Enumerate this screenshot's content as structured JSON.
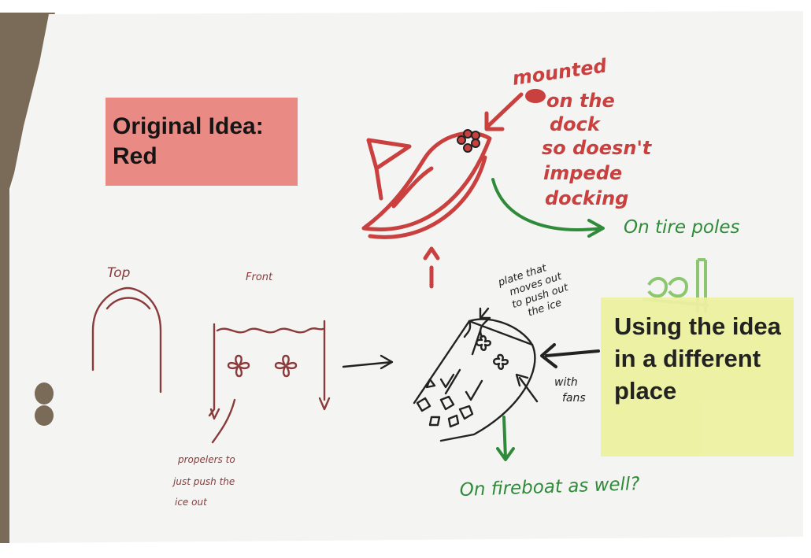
{
  "sticky_notes": {
    "original_idea": "Original Idea: Red",
    "different_place": "Using the idea in a different place"
  },
  "sketch_labels": {
    "top": "Top",
    "front": "Front",
    "mounted": [
      "mounted",
      "on the",
      "dock",
      "so doesn't",
      "impede",
      "docking"
    ],
    "tire_poles": "On tire poles",
    "plate": [
      "plate that",
      "moves out",
      "to push out",
      "the ice"
    ],
    "with_fans": [
      "with",
      "fans"
    ],
    "propellers": [
      "propelers to",
      "just push the",
      "ice out"
    ],
    "fireboat": "On fireboat as well?"
  },
  "colors": {
    "paper": "#f4f4f2",
    "marker_red": "#c9403f",
    "marker_green": "#2f8a3a",
    "pencil": "#8a3a3a",
    "pen_black": "#222222",
    "note_red": "#e98a84",
    "note_yellow": "#ecf1a0"
  }
}
